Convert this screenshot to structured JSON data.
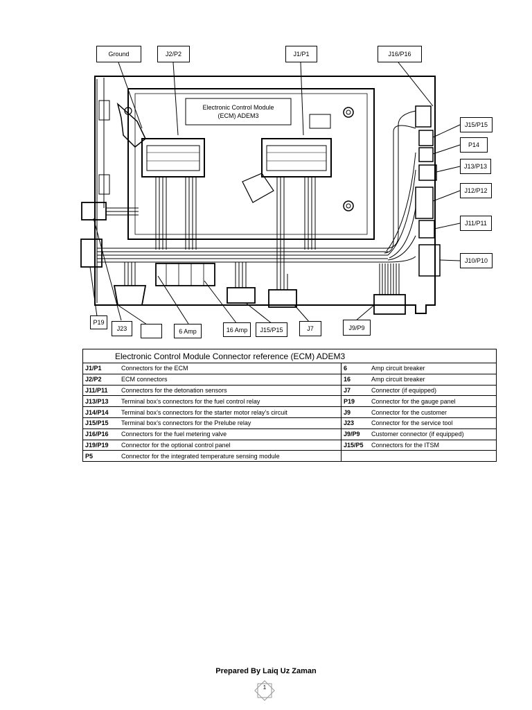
{
  "diagram": {
    "ecm_title_line1": "Electronic Control Module",
    "ecm_title_line2": "(ECM) ADEM3",
    "callouts": {
      "ground": "Ground",
      "j2p2": "J2/P2",
      "j1p1": "J1/P1",
      "j16p16": "J16/P16",
      "j15p15_right": "J15/P15",
      "p14": "P14",
      "j13p13": "J13/P13",
      "j12p12": "J12/P12",
      "j11p11": "J11/P11",
      "j10p10": "J10/P10",
      "p19": "P19",
      "j23": "J23",
      "blank": "",
      "amp6": "6 Amp",
      "amp16": "16 Amp",
      "j15p15_bottom": "J15/P15",
      "j7": "J7",
      "j9p9": "J9/P9"
    }
  },
  "table": {
    "title": "Electronic Control Module Connector  reference  (ECM)  ADEM3",
    "rows": [
      {
        "lc": "J1/P1",
        "ld": "Connectors for the ECM",
        "rc": "6",
        "rd": "Amp circuit breaker"
      },
      {
        "lc": "J2/P2",
        "ld": "ECM connectors",
        "rc": "16",
        "rd": "Amp circuit breaker"
      },
      {
        "lc": "J11/P11",
        "ld": "Connectors for the detonation sensors",
        "rc": "J7",
        "rd": "Connector (if equipped)"
      },
      {
        "lc": "J13/P13",
        "ld": "Terminal box’s  connectors for the fuel control relay",
        "rc": "P19",
        "rd": "Connector for the gauge panel"
      },
      {
        "lc": "J14/P14",
        "ld": "Terminal box’s  connectors for the starter motor relay’s circuit",
        "rc": "J9",
        "rd": "Connector for the customer"
      },
      {
        "lc": "J15/P15",
        "ld": "Terminal box’s  connectors for the Prelube relay",
        "rc": "J23",
        "rd": "Connector for the service tool"
      },
      {
        "lc": "J16/P16",
        "ld": "Connectors for the fuel metering valve",
        "rc": "J9/P9",
        "rd": "Customer connector  (if equipped)"
      },
      {
        "lc": "J19/P19",
        "ld": "Connector  for the optional control panel",
        "rc": "J15/P5",
        "rd": "Connectors for the ITSM"
      },
      {
        "lc": "P5",
        "ld": "Connector for the integrated temperature sensing module",
        "rc": "",
        "rd": ""
      }
    ]
  },
  "footer": {
    "prepared_by": "Prepared By Laiq Uz Zaman",
    "page_number": "1"
  }
}
